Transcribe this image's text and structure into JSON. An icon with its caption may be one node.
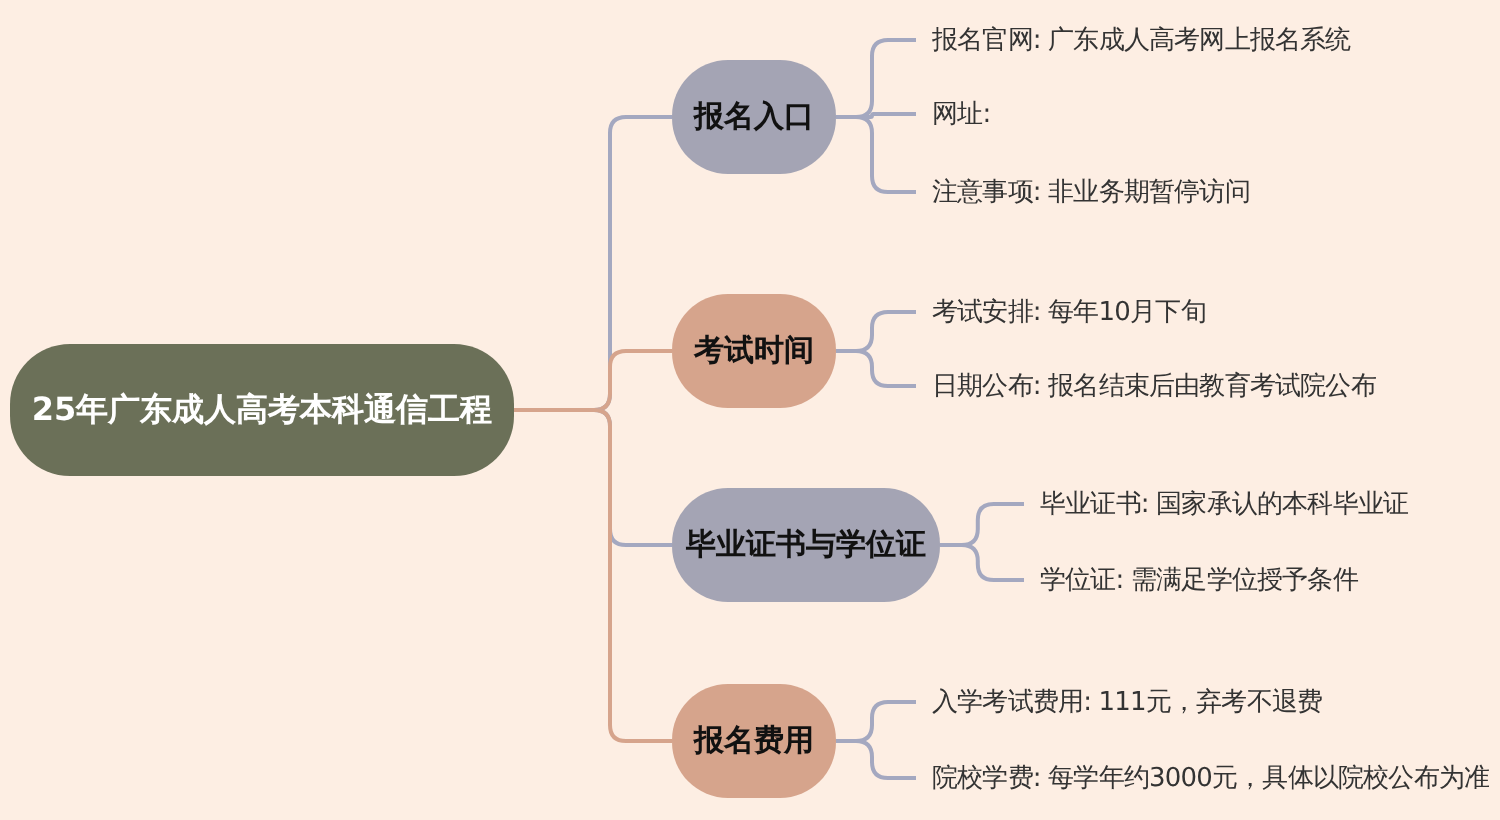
{
  "diagram": {
    "nodes": [
      {
        "text": [
          "25年广东成人高考本科通信工程"
        ]
      },
      {
        "text": [
          "报名入口"
        ]
      },
      {
        "text": [
          "报名官网: 广东成人高考网上报名系统"
        ]
      },
      {
        "text": [
          "网址:"
        ]
      },
      {
        "text": [
          "注意事项: 非业务期暂停访问"
        ]
      },
      {
        "text": [
          "考试时间"
        ]
      },
      {
        "text": [
          "考试安排: 每年10月下旬"
        ]
      },
      {
        "text": [
          "日期公布: 报名结束后由教育考试院公布"
        ]
      },
      {
        "text": [
          "毕业证书与学位证"
        ]
      },
      {
        "text": [
          "毕业证书: 国家承认的本科毕业证"
        ]
      },
      {
        "text": [
          "学位证: 需满足学位授予条件"
        ]
      },
      {
        "text": [
          "报名费用"
        ]
      },
      {
        "text": [
          "入学考试费用: 111元，弃考不退费"
        ]
      },
      {
        "text": [
          "院校学费: 每学年约3000元，具体以院校公布为准"
        ]
      }
    ],
    "edges": [
      {
        "from": 0,
        "to": 1,
        "arrow": "none"
      },
      {
        "from": 0,
        "to": 5,
        "arrow": "none",
        "color": "#d6a48c"
      },
      {
        "from": 0,
        "to": 8,
        "arrow": "none"
      },
      {
        "from": 0,
        "to": 11,
        "arrow": "none",
        "color": "#d6a48c"
      },
      {
        "from": 1,
        "to": 2,
        "arrow": "none"
      },
      {
        "from": 1,
        "to": 3,
        "arrow": "none"
      },
      {
        "from": 1,
        "to": 4,
        "arrow": "none"
      },
      {
        "from": 5,
        "to": 6,
        "arrow": "none"
      },
      {
        "from": 5,
        "to": 7,
        "arrow": "none"
      },
      {
        "from": 8,
        "to": 9,
        "arrow": "none"
      },
      {
        "from": 8,
        "to": 10,
        "arrow": "none"
      },
      {
        "from": 11,
        "to": 12,
        "arrow": "none"
      },
      {
        "from": 11,
        "to": 13,
        "arrow": "none"
      }
    ]
  }
}
